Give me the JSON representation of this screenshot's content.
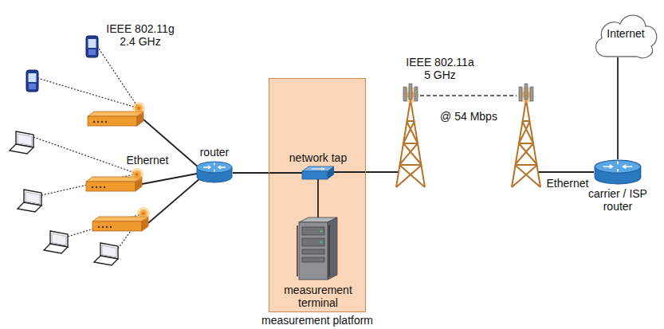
{
  "diagram": {
    "nodes": [
      {
        "text": [
          "router"
        ]
      },
      {
        "text": [
          "measurement platform"
        ]
      },
      {
        "text": [
          "network tap"
        ],
        "in": 1
      },
      {
        "text": [
          "measurement terminal"
        ],
        "in": 1
      },
      {
        "text": [
          "Internet"
        ]
      },
      {
        "text": [
          "carrier / ISP router"
        ]
      }
    ],
    "edges": [
      {
        "from": 0,
        "to": 2,
        "arrow": "none"
      },
      {
        "from": 2,
        "to": 3,
        "arrow": "none"
      },
      {
        "from": 5,
        "to": 4,
        "arrow": "none"
      }
    ],
    "labels": [
      "IEEE 802.11g 2.4 GHz",
      "Ethernet",
      "IEEE 802.11a 5 GHz",
      "@ 54 Mbps",
      "Ethernet"
    ]
  }
}
